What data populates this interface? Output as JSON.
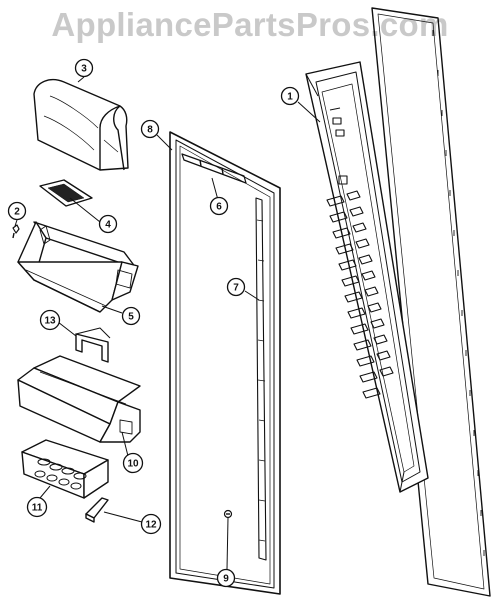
{
  "watermark": "AppliancePartsPros.com",
  "callouts": [
    {
      "label": "1"
    },
    {
      "label": "2"
    },
    {
      "label": "3"
    },
    {
      "label": "4"
    },
    {
      "label": "5"
    },
    {
      "label": "6"
    },
    {
      "label": "7"
    },
    {
      "label": "8"
    },
    {
      "label": "9"
    },
    {
      "label": "10"
    },
    {
      "label": "11"
    },
    {
      "label": "12"
    },
    {
      "label": "13"
    }
  ],
  "colors": {
    "ink": "#111111",
    "watermark": "#c9c9c9",
    "background": "#ffffff"
  }
}
